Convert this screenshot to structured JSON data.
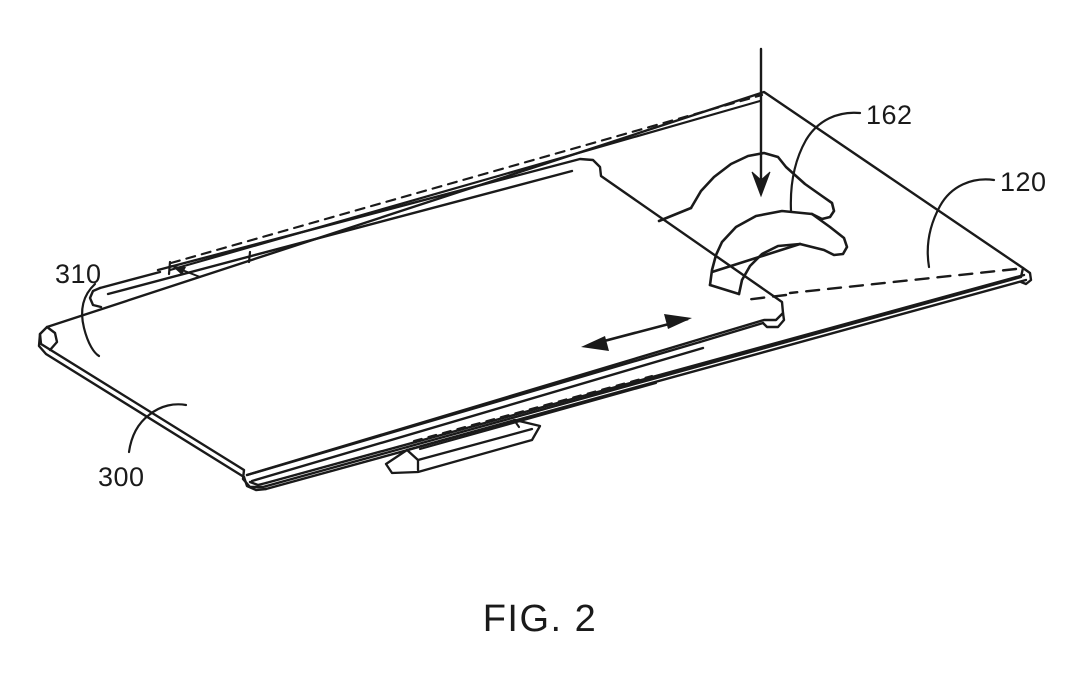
{
  "figure": {
    "caption": "FIG. 2",
    "type": "patent-line-drawing",
    "description": "Isometric line drawing of a two-layer sliding plate assembly",
    "background_color": "#ffffff",
    "line_color": "#1a1a1a",
    "labels": [
      {
        "id": "162",
        "text": "162",
        "target": "raised-flexed-flap"
      },
      {
        "id": "120",
        "text": "120",
        "target": "lower-plate-right-corner"
      },
      {
        "id": "310",
        "text": "310",
        "target": "upper-sliding-plate"
      },
      {
        "id": "300",
        "text": "300",
        "target": "lower-plate-edge"
      }
    ],
    "arrows": [
      {
        "name": "press-down-arrow",
        "style": "single-headed",
        "direction": "downward-vertical"
      },
      {
        "name": "slide-direction-arrow",
        "style": "double-headed",
        "direction": "bidirectional-diagonal"
      },
      {
        "name": "slot-dimension-arrow",
        "style": "single-headed",
        "direction": "leftward-diagonal"
      }
    ]
  }
}
